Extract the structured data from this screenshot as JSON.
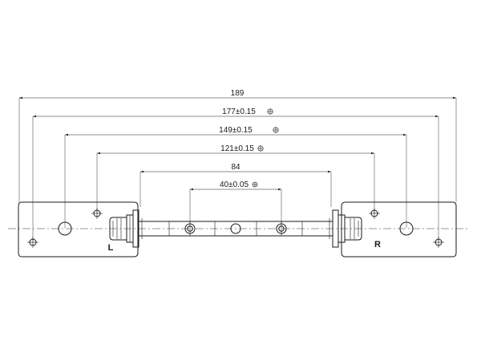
{
  "dimensions": {
    "overall": "189",
    "d177": "177±0.15",
    "d149": "149±0.15",
    "d121": "121±0.15",
    "d84": "84",
    "d40": "40±0.05"
  },
  "labels": {
    "left_side": "L",
    "right_side": "R"
  },
  "icons": {
    "datum": "circled-cross-symbol"
  }
}
